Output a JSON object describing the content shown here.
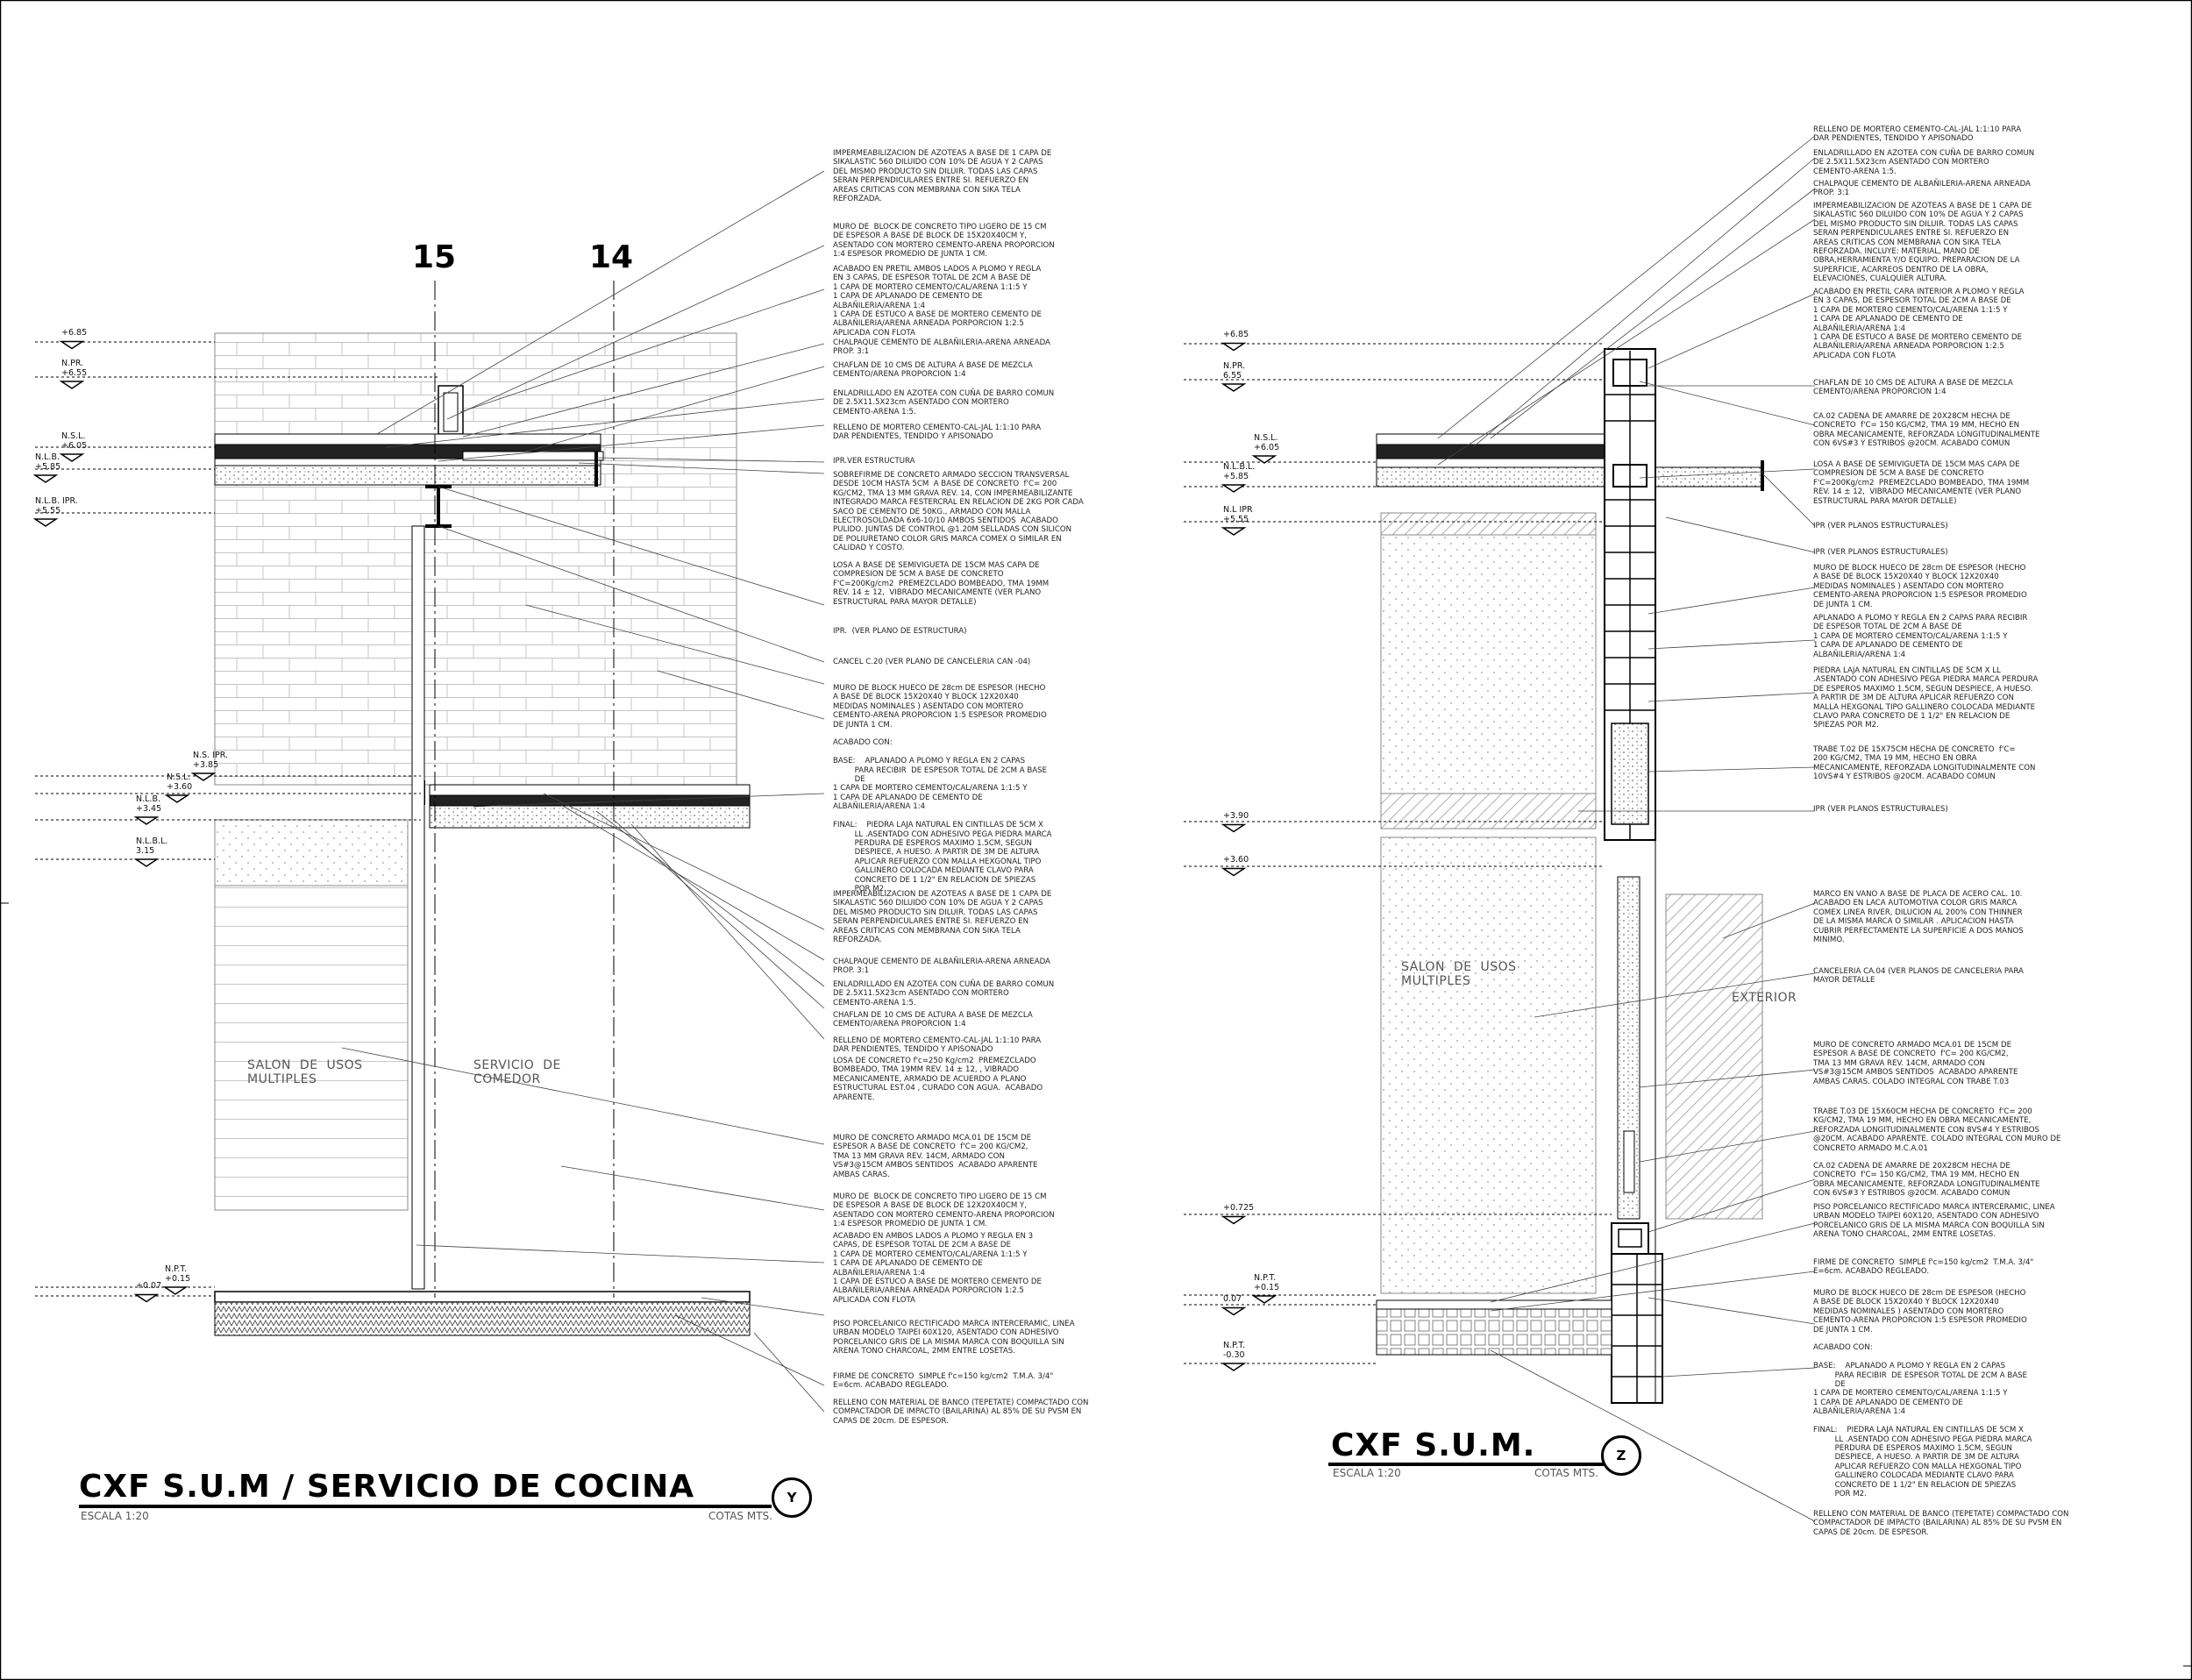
{
  "left_detail": {
    "axes": {
      "axis_a": "15",
      "axis_b": "14"
    },
    "levels": [
      {
        "label": "+6.85"
      },
      {
        "label": "N.PR.\n+6.55"
      },
      {
        "label": "N.S.L.\n+6.05"
      },
      {
        "label": "N.L.B.\n+5.85"
      },
      {
        "label": "N.L.B. IPR.\n+5.55"
      },
      {
        "label": "N.S. IPR.\n+3.85"
      },
      {
        "label": "N.S.L.\n+3.60"
      },
      {
        "label": "N.L.B.\n+3.45"
      },
      {
        "label": "N.L.B.L.\n3.15"
      },
      {
        "label": "N.P.T.\n+0.15"
      },
      {
        "label": "+0.07"
      }
    ],
    "rooms": {
      "room_a": "SALON  DE  USOS\nMULTIPLES",
      "room_b": "SERVICIO  DE\nCOMEDOR"
    },
    "notes": [
      "IMPERMEABILIZACION DE AZOTEAS A BASE DE 1 CAPA DE\nSIKALASTIC 560 DILUIDO CON 10% DE AGUA Y 2 CAPAS\nDEL MISMO PRODUCTO SIN DILUIR. TODAS LAS CAPAS\nSERAN PERPENDICULARES ENTRE SI. REFUERZO EN\nAREAS CRITICAS CON MEMBRANA CON SIKA TELA\nREFORZADA.",
      "MURO DE  BLOCK DE CONCRETO TIPO LIGERO DE 15 CM\nDE ESPESOR A BASE DE BLOCK DE 15X20X40CM Y,\nASENTADO CON MORTERO CEMENTO-ARENA PROPORCION\n1:4 ESPESOR PROMEDIO DE JUNTA 1 CM.",
      "ACABADO EN PRETIL AMBOS LADOS A PLOMO Y REGLA\nEN 3 CAPAS, DE ESPESOR TOTAL DE 2CM A BASE DE\n1 CAPA DE MORTERO CEMENTO/CAL/ARENA 1:1:5 Y\n1 CAPA DE APLANADO DE CEMENTO DE\nALBAÑILERIA/ARENA 1:4\n1 CAPA DE ESTUCO A BASE DE MORTERO CEMENTO DE\nALBAÑILERIA/ARENA ARNEADA PORPORCION 1:2.5\nAPLICADA CON FLOTA",
      "CHALPAQUE CEMENTO DE ALBAÑILERIA-ARENA ARNEADA\nPROP. 3:1",
      "CHAFLAN DE 10 CMS DE ALTURA A BASE DE MEZCLA\nCEMENTO/ARENA PROPORCION 1:4",
      "ENLADRILLADO EN AZOTEA CON CUÑA DE BARRO COMUN\nDE 2.5X11.5X23cm ASENTADO CON MORTERO\nCEMENTO-ARENA 1:5.",
      "RELLENO DE MORTERO CEMENTO-CAL-JAL 1:1:10 PARA\nDAR PENDIENTES, TENDIDO Y APISONADO",
      "IPR.VER ESTRUCTURA",
      "SOBREFIRME DE CONCRETO ARMADO SECCION TRANSVERSAL\nDESDE 10CM HASTA 5CM  A BASE DE CONCRETO  f'C= 200\nKG/CM2, TMA 13 MM GRAVA REV. 14, CON IMPERMEABILIZANTE\nINTEGRADO MARCA FESTERCRAL EN RELACION DE 2KG POR CADA\nSACO DE CEMENTO DE 50KG., ARMADO CON MALLA\nELECTROSOLDADA 6x6-10/10 AMBOS SENTIDOS  ACABADO\nPULIDO. JUNTAS DE CONTROL @1.20M SELLADAS CON SILICON\nDE POLIURETANO COLOR GRIS MARCA COMEX O SIMILAR EN\nCALIDAD Y COSTO.",
      "LOSA A BASE DE SEMIVIGUETA DE 15CM MAS CAPA DE\nCOMPRESION DE 5CM A BASE DE CONCRETO\nF'C=200Kg/cm2  PREMEZCLADO BOMBEADO, TMA 19MM\nREV. 14 ± 12,  VIBRADO MECANICAMENTE (VER PLANO\nESTRUCTURAL PARA MAYOR DETALLE)",
      "IPR.  (VER PLANO DE ESTRUCTURA)",
      "CANCEL C.20 (VER PLANO DE CANCELERIA CAN -04)",
      "MURO DE BLOCK HUECO DE 28cm DE ESPESOR (HECHO\nA BASE DE BLOCK 15X20X40 Y BLOCK 12X20X40\nMEDIDAS NOMINALES ) ASENTADO CON MORTERO\nCEMENTO-ARENA PROPORCION 1:5 ESPESOR PROMEDIO\nDE JUNTA 1 CM.\n\nACABADO CON:\n\nBASE:    APLANADO A PLOMO Y REGLA EN 2 CAPAS\n         PARA RECIBIR  DE ESPESOR TOTAL DE 2CM A BASE\n         DE\n1 CAPA DE MORTERO CEMENTO/CAL/ARENA 1:1:5 Y\n1 CAPA DE APLANADO DE CEMENTO DE\nALBAÑILERIA/ARENA 1:4\n\nFINAL:    PIEDRA LAJA NATURAL EN CINTILLAS DE 5CM X\n         LL .ASENTADO CON ADHESIVO PEGA PIEDRA MARCA\n         PERDURA DE ESPEROS MAXIMO 1.5CM, SEGUN\n         DESPIECE, A HUESO. A PARTIR DE 3M DE ALTURA\n         APLICAR REFUERZO CON MALLA HEXGONAL TIPO\n         GALLINERO COLOCADA MEDIANTE CLAVO PARA\n         CONCRETO DE 1 1/2\" EN RELACION DE 5PIEZAS\n         POR M2.",
      "IMPERMEABILIZACION DE AZOTEAS A BASE DE 1 CAPA DE\nSIKALASTIC 560 DILUIDO CON 10% DE AGUA Y 2 CAPAS\nDEL MISMO PRODUCTO SIN DILUIR. TODAS LAS CAPAS\nSERAN PERPENDICULARES ENTRE SI. REFUERZO EN\nAREAS CRITICAS CON MEMBRANA CON SIKA TELA\nREFORZADA.",
      "CHALPAQUE CEMENTO DE ALBAÑILERIA-ARENA ARNEADA\nPROP. 3:1",
      "ENLADRILLADO EN AZOTEA CON CUÑA DE BARRO COMUN\nDE 2.5X11.5X23cm ASENTADO CON MORTERO\nCEMENTO-ARENA 1:5.",
      "CHAFLAN DE 10 CMS DE ALTURA A BASE DE MEZCLA\nCEMENTO/ARENA PROPORCION 1:4",
      "RELLENO DE MORTERO CEMENTO-CAL-JAL 1:1:10 PARA\nDAR PENDIENTES, TENDIDO Y APISONADO",
      "LOSA DE CONCRETO f'c=250 Kg/cm2  PREMEZCLADO\nBOMBEADO, TMA 19MM REV. 14 ± 12, , VIBRADO\nMECANICAMENTE, ARMADO DE ACUERDO A PLANO\nESTRUCTURAL EST.04 , CURADO CON AGUA.  ACABADO\nAPARENTE.",
      "MURO DE CONCRETO ARMADO MCA.01 DE 15CM DE\nESPESOR A BASE DE CONCRETO  f'C= 200 KG/CM2,\nTMA 13 MM GRAVA REV. 14CM, ARMADO CON\nVS#3@15CM AMBOS SENTIDOS  ACABADO APARENTE\nAMBAS CARAS.",
      "MURO DE  BLOCK DE CONCRETO TIPO LIGERO DE 15 CM\nDE ESPESOR A BASE DE BLOCK DE 12X20X40CM Y,\nASENTADO CON MORTERO CEMENTO-ARENA PROPORCION\n1:4 ESPESOR PROMEDIO DE JUNTA 1 CM.",
      "ACABADO EN AMBOS LADOS A PLOMO Y REGLA EN 3\nCAPAS, DE ESPESOR TOTAL DE 2CM A BASE DE\n1 CAPA DE MORTERO CEMENTO/CAL/ARENA 1:1:5 Y\n1 CAPA DE APLANADO DE CEMENTO DE\nALBAÑILERIA/ARENA 1:4\n1 CAPA DE ESTUCO A BASE DE MORTERO CEMENTO DE\nALBAÑILERIA/ARENA ARNEADA PORPORCION 1:2.5\nAPLICADA CON FLOTA",
      "PISO PORCELANICO RECTIFICADO MARCA INTERCERAMIC, LINEA\nURBAN MODELO TAIPEI 60X120, ASENTADO CON ADHESIVO\nPORCELANICO GRIS DE LA MISMA MARCA CON BOQUILLA SIN\nARENA TONO CHARCOAL, 2MM ENTRE LOSETAS.",
      "FIRME DE CONCRETO  SIMPLE f'c=150 kg/cm2  T.M.A. 3/4\"\nE=6cm. ACABADO REGLEADO.",
      "RELLENO CON MATERIAL DE BANCO (TEPETATE) COMPACTADO CON\nCOMPACTADOR DE IMPACTO (BAILARINA) AL 85% DE SU PVSM EN\nCAPAS DE 20cm. DE ESPESOR."
    ],
    "title": "CXF S.U.M / SERVICIO DE COCINA",
    "scale": "ESCALA 1:20",
    "units": "COTAS MTS.",
    "bubble": "Y"
  },
  "right_detail": {
    "levels": [
      {
        "label": "+6.85"
      },
      {
        "label": "N.PR.\n6.55"
      },
      {
        "label": "N.S.L.\n+6.05"
      },
      {
        "label": "N.L.B.L.\n+5.85"
      },
      {
        "label": "N.L IPR\n+5.55"
      },
      {
        "label": "+3.90"
      },
      {
        "label": "+3.60"
      },
      {
        "label": "+0.725"
      },
      {
        "label": "N.P.T.\n+0.15"
      },
      {
        "label": "0.07"
      },
      {
        "label": "N.P.T.\n-0.30"
      }
    ],
    "rooms": {
      "room_a": "SALON  DE  USOS\nMULTIPLES",
      "room_b": "EXTERIOR"
    },
    "notes": [
      "RELLENO DE MORTERO CEMENTO-CAL-JAL 1:1:10 PARA\nDAR PENDIENTES, TENDIDO Y APISONADO",
      "ENLADRILLADO EN AZOTEA CON CUÑA DE BARRO COMUN\nDE 2.5X11.5X23cm ASENTADO CON MORTERO\nCEMENTO-ARENA 1:5.",
      "CHALPAQUE CEMENTO DE ALBAÑILERIA-ARENA ARNEADA\nPROP. 3:1",
      "IMPERMEABILIZACION DE AZOTEAS A BASE DE 1 CAPA DE\nSIKALASTIC 560 DILUIDO CON 10% DE AGUA Y 2 CAPAS\nDEL MISMO PRODUCTO SIN DILUIR. TODAS LAS CAPAS\nSERAN PERPENDICULARES ENTRE SI. REFUERZO EN\nAREAS CRITICAS CON MEMBRANA CON SIKA TELA\nREFORZADA. INCLUYE: MATERIAL, MANO DE\nOBRA,HERRAMIENTA Y/O EQUIPO. PREPARACION DE LA\nSUPERFICIE, ACARREOS DENTRO DE LA OBRA,\nELEVACIONES, CUALQUIER ALTURA.",
      "ACABADO EN PRETIL CARA INTERIOR A PLOMO Y REGLA\nEN 3 CAPAS, DE ESPESOR TOTAL DE 2CM A BASE DE\n1 CAPA DE MORTERO CEMENTO/CAL/ARENA 1:1:5 Y\n1 CAPA DE APLANADO DE CEMENTO DE\nALBAÑILERIA/ARENA 1:4\n1 CAPA DE ESTUCO A BASE DE MORTERO CEMENTO DE\nALBAÑILERIA/ARENA ARNEADA PORPORCION 1:2.5\nAPLICADA CON FLOTA",
      "CHAFLAN DE 10 CMS DE ALTURA A BASE DE MEZCLA\nCEMENTO/ARENA PROPORCION 1:4",
      "CA.02 CADENA DE AMARRE DE 20X28CM HECHA DE\nCONCRETO  f'C= 150 KG/CM2, TMA 19 MM, HECHO EN\nOBRA MECANICAMENTE, REFORZADA LONGITUDINALMENTE\nCON 6VS#3 Y ESTRIBOS @20CM. ACABADO COMUN",
      "LOSA A BASE DE SEMIVIGUETA DE 15CM MAS CAPA DE\nCOMPRESION DE 5CM A BASE DE CONCRETO\nF'C=200Kg/cm2  PREMEZCLADO BOMBEADO, TMA 19MM\nREV. 14 ± 12,  VIBRADO MECANICAMENTE (VER PLANO\nESTRUCTURAL PARA MAYOR DETALLE)",
      "IPR (VER PLANOS ESTRUCTURALES)",
      "IPR (VER PLANOS ESTRUCTURALES)",
      "MURO DE BLOCK HUECO DE 28cm DE ESPESOR (HECHO\nA BASE DE BLOCK 15X20X40 Y BLOCK 12X20X40\nMEDIDAS NOMINALES ) ASENTADO CON MORTERO\nCEMENTO-ARENA PROPORCION 1:5 ESPESOR PROMEDIO\nDE JUNTA 1 CM.",
      "APLANADO A PLOMO Y REGLA EN 2 CAPAS PARA RECIBIR\nDE ESPESOR TOTAL DE 2CM A BASE DE\n1 CAPA DE MORTERO CEMENTO/CAL/ARENA 1:1:5 Y\n1 CAPA DE APLANADO DE CEMENTO DE\nALBAÑILERIA/ARENA 1:4",
      "PIEDRA LAJA NATURAL EN CINTILLAS DE 5CM X LL\n.ASENTADO CON ADHESIVO PEGA PIEDRA MARCA PERDURA\nDE ESPEROS MAXIMO 1.5CM, SEGUN DESPIECE, A HUESO.\nA PARTIR DE 3M DE ALTURA APLICAR REFUERZO CON\nMALLA HEXGONAL TIPO GALLINERO COLOCADA MEDIANTE\nCLAVO PARA CONCRETO DE 1 1/2\" EN RELACION DE\n5PIEZAS POR M2.",
      "TRABE T.02 DE 15X75CM HECHA DE CONCRETO  f'C=\n200 KG/CM2, TMA 19 MM, HECHO EN OBRA\nMECANICAMENTE, REFORZADA LONGITUDINALMENTE CON\n10VS#4 Y ESTRIBOS @20CM. ACABADO COMUN",
      "IPR (VER PLANOS ESTRUCTURALES)",
      "MARCO EN VANO A BASE DE PLACA DE ACERO CAL. 10.\nACABADO EN LACA AUTOMOTIVA COLOR GRIS MARCA\nCOMEX LINEA RIVER, DILUCION AL 200% CON THINNER\nDE LA MISMA MARCA O SIMILAR . APLICACION HASTA\nCUBRIR PERFECTAMENTE LA SUPERFICIE A DOS MANOS\nMINIMO.",
      "CANCELERIA CA.04 (VER PLANOS DE CANCELERIA PARA\nMAYOR DETALLE",
      "MURO DE CONCRETO ARMADO MCA.01 DE 15CM DE\nESPESOR A BASE DE CONCRETO  f'C= 200 KG/CM2,\nTMA 13 MM GRAVA REV. 14CM, ARMADO CON\nVS#3@15CM AMBOS SENTIDOS  ACABADO APARENTE\nAMBAS CARAS. COLADO INTEGRAL CON TRABE T.03",
      "TRABE T.03 DE 15X60CM HECHA DE CONCRETO  f'C= 200\nKG/CM2, TMA 19 MM, HECHO EN OBRA MECANICAMENTE,\nREFORZADA LONGITUDINALMENTE CON 8VS#4 Y ESTRIBOS\n@20CM. ACABADO APARENTE. COLADO INTEGRAL CON MURO DE\nCONCRETO ARMADO M.C.A.01",
      "CA.02 CADENA DE AMARRE DE 20X28CM HECHA DE\nCONCRETO  f'C= 150 KG/CM2, TMA 19 MM, HECHO EN\nOBRA MECANICAMENTE, REFORZADA LONGITUDINALMENTE\nCON 6VS#3 Y ESTRIBOS @20CM. ACABADO COMUN",
      "PISO PORCELANICO RECTIFICADO MARCA INTERCERAMIC, LINEA\nURBAN MODELO TAIPEI 60X120, ASENTADO CON ADHESIVO\nPORCELANICO GRIS DE LA MISMA MARCA CON BOQUILLA SIN\nARENA TONO CHARCOAL, 2MM ENTRE LOSETAS.",
      "FIRME DE CONCRETO  SIMPLE f'c=150 kg/cm2  T.M.A. 3/4\"\nE=6cm. ACABADO REGLEADO.",
      "MURO DE BLOCK HUECO DE 28cm DE ESPESOR (HECHO\nA BASE DE BLOCK 15X20X40 Y BLOCK 12X20X40\nMEDIDAS NOMINALES ) ASENTADO CON MORTERO\nCEMENTO-ARENA PROPORCION 1:5 ESPESOR PROMEDIO\nDE JUNTA 1 CM.\n\nACABADO CON:\n\nBASE:    APLANADO A PLOMO Y REGLA EN 2 CAPAS\n         PARA RECIBIR  DE ESPESOR TOTAL DE 2CM A BASE\n         DE\n1 CAPA DE MORTERO CEMENTO/CAL/ARENA 1:1:5 Y\n1 CAPA DE APLANADO DE CEMENTO DE\nALBAÑILERIA/ARENA 1:4\n\nFINAL:    PIEDRA LAJA NATURAL EN CINTILLAS DE 5CM X\n         LL .ASENTADO CON ADHESIVO PEGA PIEDRA MARCA\n         PERDURA DE ESPEROS MAXIMO 1.5CM, SEGUN\n         DESPIECE, A HUESO. A PARTIR DE 3M DE ALTURA\n         APLICAR REFUERZO CON MALLA HEXGONAL TIPO\n         GALLINERO COLOCADA MEDIANTE CLAVO PARA\n         CONCRETO DE 1 1/2\" EN RELACION DE 5PIEZAS\n         POR M2.",
      "RELLENO CON MATERIAL DE BANCO (TEPETATE) COMPACTADO CON\nCOMPACTADOR DE IMPACTO (BAILARINA) AL 85% DE SU PVSM EN\nCAPAS DE 20cm. DE ESPESOR."
    ],
    "title": "CXF S.U.M.",
    "scale": "ESCALA 1:20",
    "units": "COTAS MTS.",
    "bubble": "Z"
  }
}
